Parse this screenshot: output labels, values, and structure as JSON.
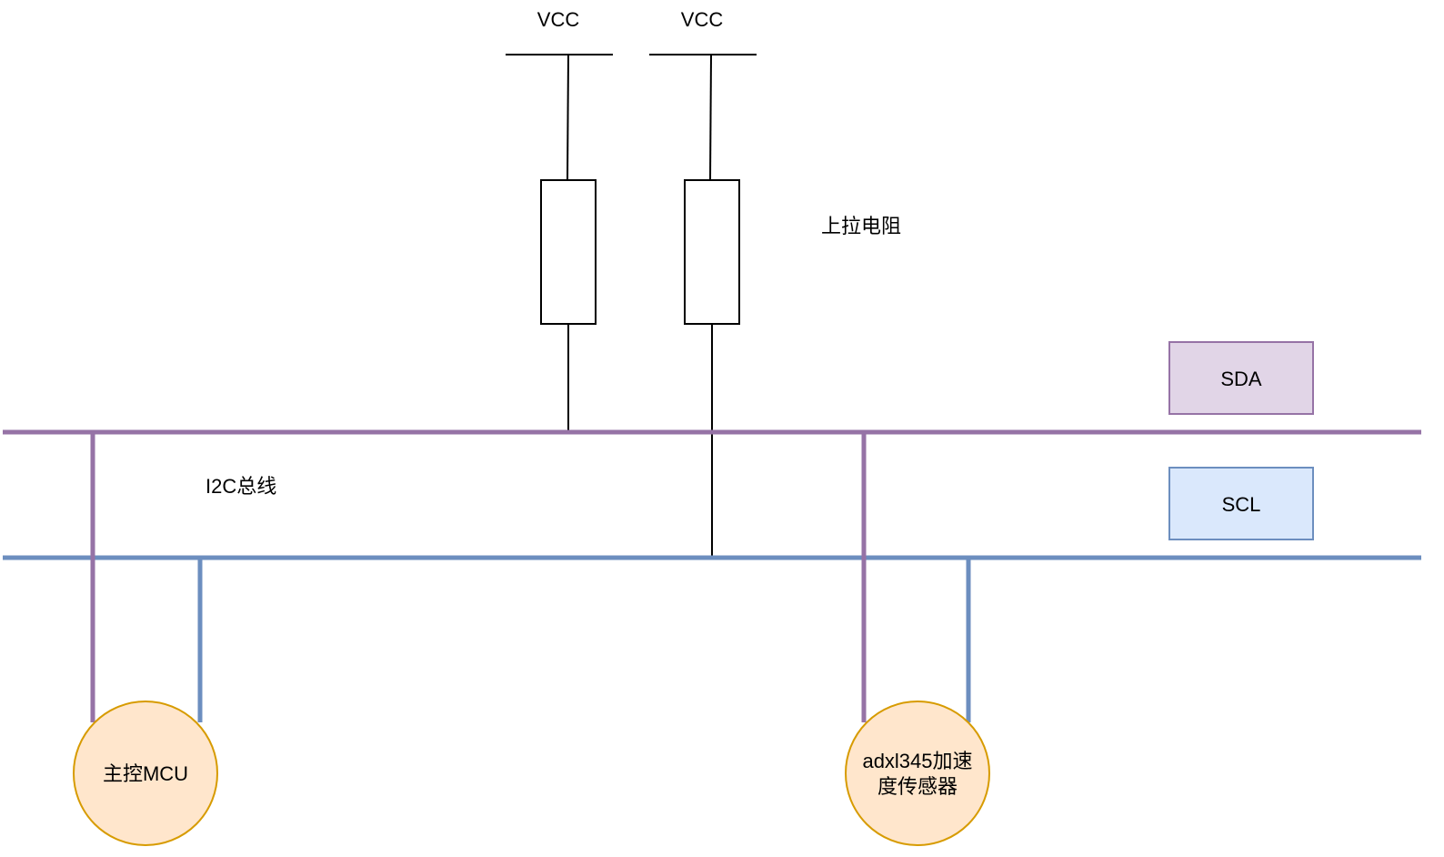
{
  "supply": {
    "left_label": "VCC",
    "right_label": "VCC"
  },
  "pullup": {
    "label": "上拉电阻"
  },
  "bus": {
    "label": "I2C总线"
  },
  "legend": {
    "sda_label": "SDA",
    "scl_label": "SCL"
  },
  "nodes": {
    "mcu_label": "主控MCU",
    "sensor_label_line1": "adxl345加速",
    "sensor_label_line2": "度传感器"
  },
  "colors": {
    "sda": "#9673a6",
    "scl": "#6c8ebf",
    "sda_fill": "#e1d5e7",
    "scl_fill": "#dae8fc",
    "node_fill": "#ffe6cc",
    "node_stroke": "#d79b00"
  }
}
